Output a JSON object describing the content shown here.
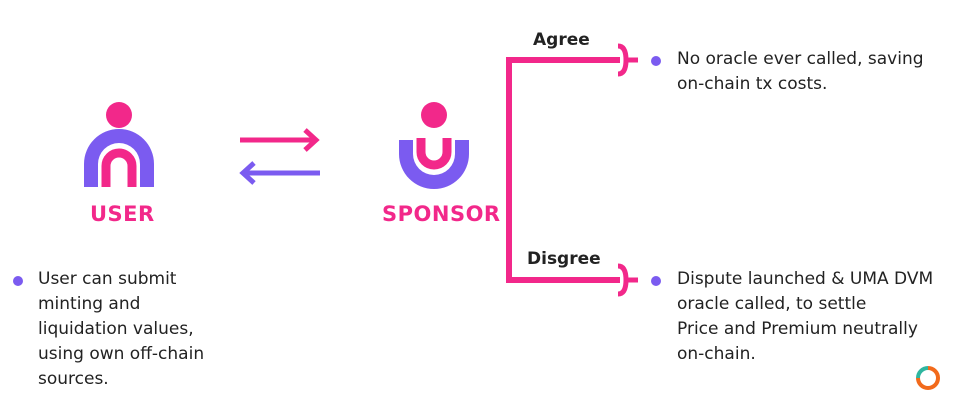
{
  "colors": {
    "pink": "#f2288a",
    "purple": "#7b5bf0",
    "text": "#222222",
    "logo_orange": "#f26a1b",
    "logo_green": "#2fb6a0"
  },
  "user": {
    "icon": "user-person-icon",
    "label": "USER",
    "bullet_lines": [
      "User can submit",
      "minting and",
      "liquidation values,",
      "using own off-chain",
      "sources."
    ]
  },
  "arrows": {
    "to_sponsor_icon": "arrow-right-icon",
    "to_user_icon": "arrow-left-icon"
  },
  "sponsor": {
    "icon": "sponsor-person-icon",
    "label": "SPONSOR"
  },
  "branches": {
    "agree": {
      "label": "Agree",
      "lines": [
        "No oracle ever called, saving",
        "on-chain tx costs."
      ]
    },
    "disagree": {
      "label": "Disgree",
      "lines": [
        "Dispute launched & UMA DVM",
        "oracle called, to settle",
        "Price and Premium neutrally",
        "on-chain."
      ]
    }
  },
  "logo": {
    "icon": "circle-logo-icon"
  }
}
